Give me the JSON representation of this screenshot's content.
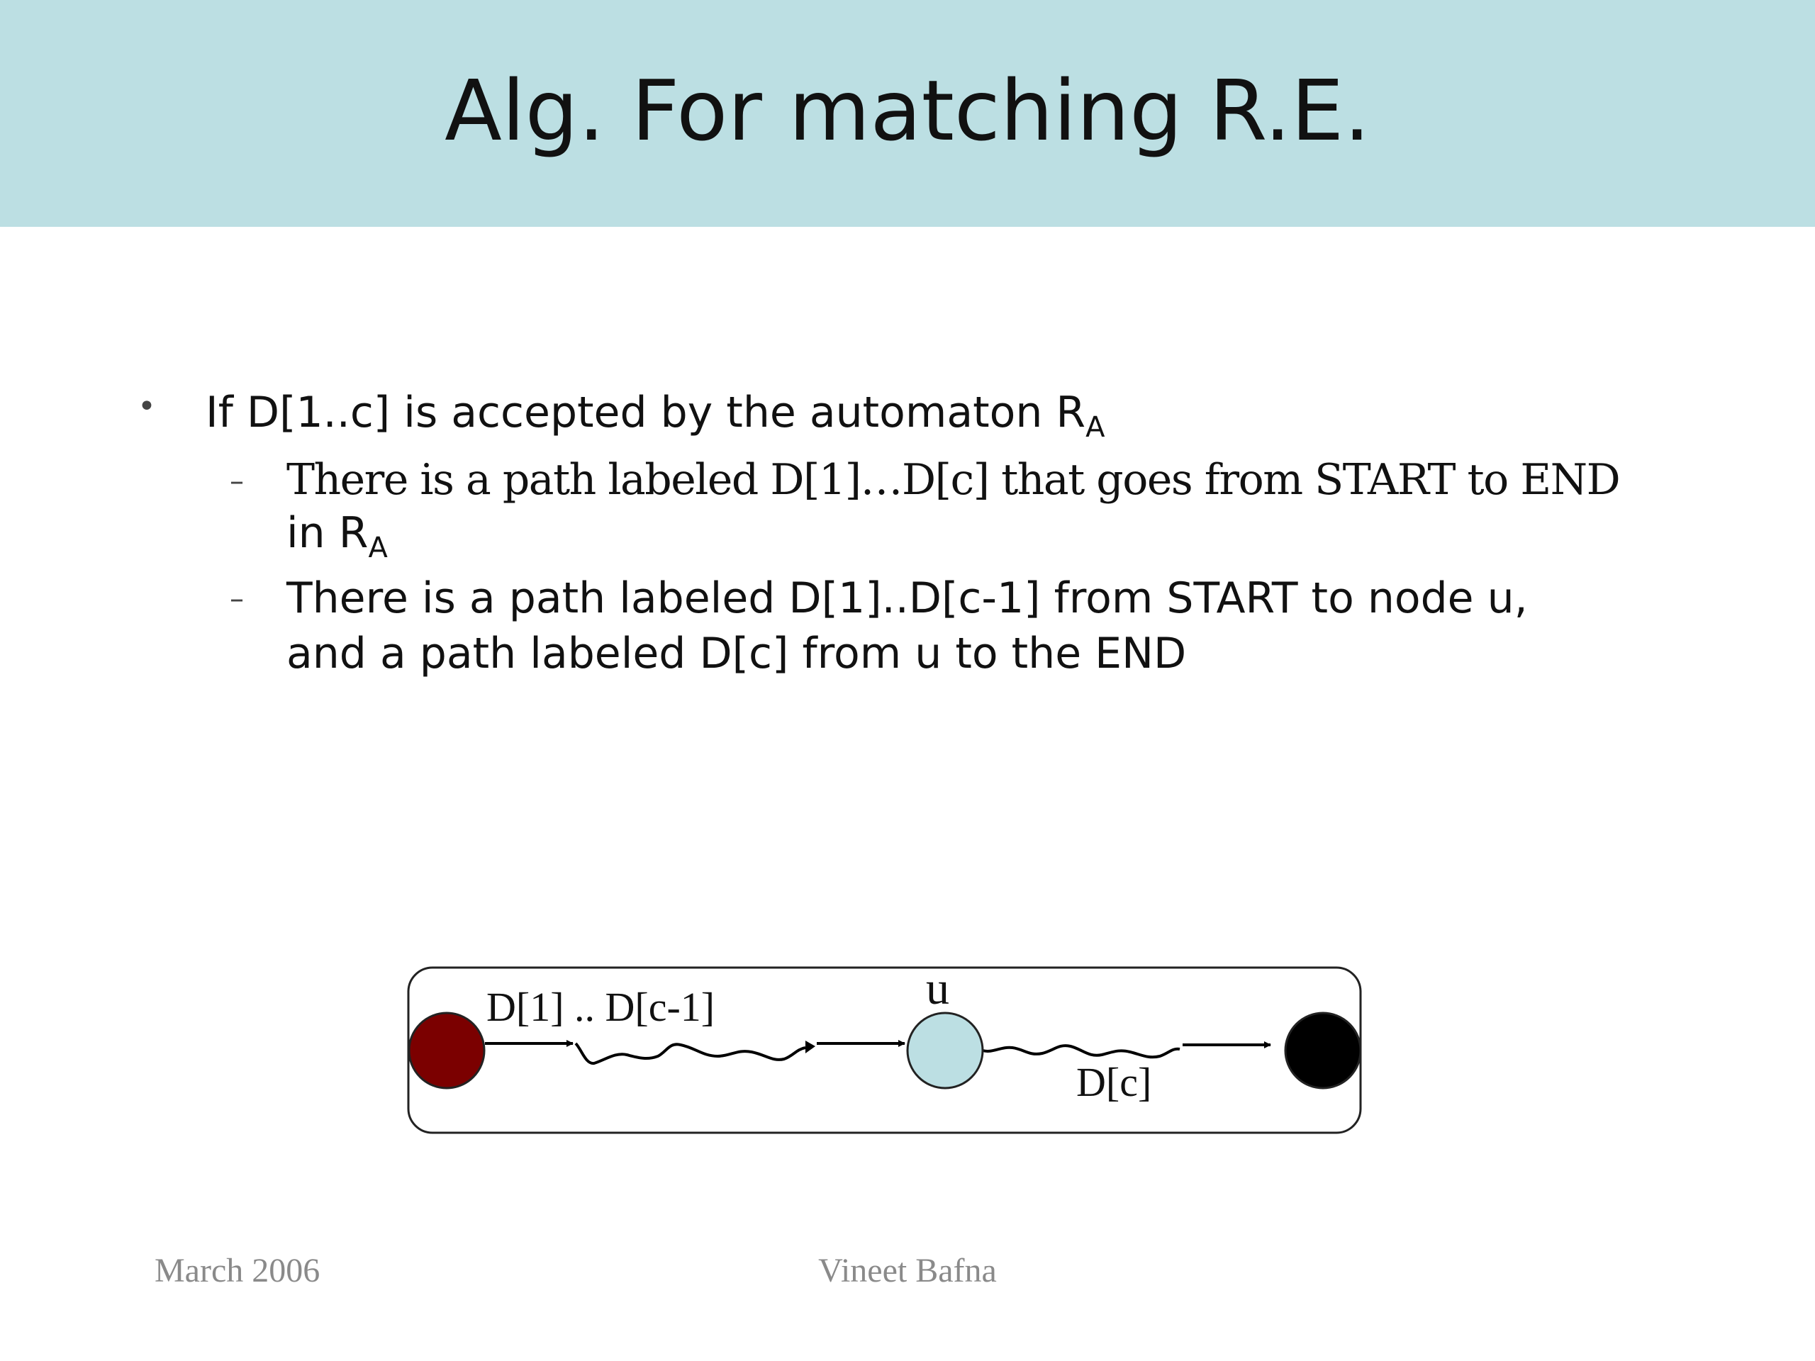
{
  "slide": {
    "title": "Alg. For matching R.E.",
    "bullets": {
      "b1": {
        "marker": "•",
        "text": "If D[1..c] is accepted by the automaton R",
        "sub": "A"
      },
      "b2": {
        "marker": "–",
        "line1": "There is a path labeled D[1]…D[c] that goes from START to END",
        "line2_text": "in R",
        "line2_sub": "A"
      },
      "b3": {
        "marker": "–",
        "line1": "There is a path labeled D[1]..D[c-1] from START to node u,",
        "line2": "and a path labeled D[c] from u to the END"
      }
    },
    "diagram": {
      "label_path1": "D[1] .. D[c-1]",
      "label_u": "u",
      "label_path2": "D[c]",
      "start_color": "#7b0000",
      "u_color": "#bcdfe3",
      "end_color": "#000000"
    },
    "footer": {
      "left": "March 2006",
      "center": "Vineet Bafna"
    },
    "colors": {
      "title_band": "#bcdfe3"
    }
  }
}
